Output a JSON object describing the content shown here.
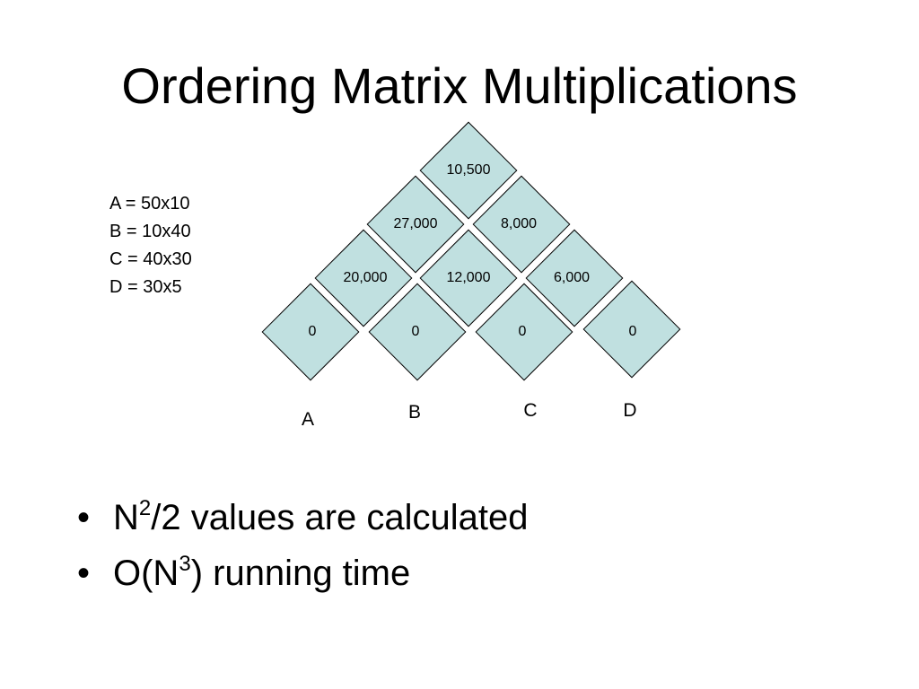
{
  "slide": {
    "title": "Ordering Matrix Multiplications"
  },
  "dimensions": [
    "A = 50x10",
    "B = 10x40",
    "C = 40x30",
    "D = 30x5"
  ],
  "table": {
    "cell_color": "#c0e0e0",
    "row_0": [
      "10,500"
    ],
    "row_1": [
      "27,000",
      "8,000"
    ],
    "row_2": [
      "20,000",
      "12,000",
      "6,000"
    ],
    "row_3": [
      "0",
      "0",
      "0",
      "0"
    ],
    "column_labels": [
      "A",
      "B",
      "C",
      "D"
    ]
  },
  "bullets": [
    {
      "symbol": "•",
      "before": "N",
      "sup": "2",
      "after": "/2 values are calculated"
    },
    {
      "symbol": "•",
      "before": "O(N",
      "sup": "3",
      "after": ") running time"
    }
  ]
}
